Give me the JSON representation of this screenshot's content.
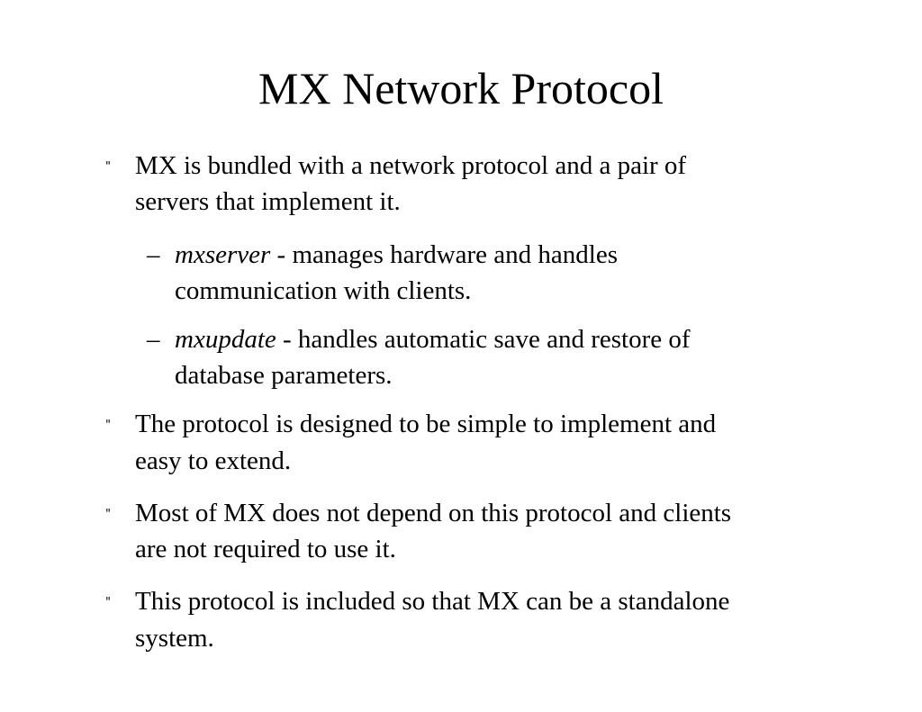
{
  "slide": {
    "title": "MX Network Protocol",
    "bullet_marker": "\"",
    "sub_marker": "–",
    "bullets": [
      {
        "line1": "MX is bundled with a network protocol and a pair of",
        "line2": "servers that implement it."
      },
      {
        "term": "mxserver",
        "line1_rest": " - manages hardware and handles",
        "line2": "communication with clients."
      },
      {
        "term": "mxupdate",
        "line1_rest": " - handles automatic save and restore of",
        "line2": "database parameters."
      },
      {
        "line1": "The protocol is designed to be simple to implement and",
        "line2": "easy to extend."
      },
      {
        "line1": "Most of MX does not depend on this protocol and clients",
        "line2": "are not required to use it."
      },
      {
        "line1": "This protocol is included so that MX can be a standalone",
        "line2": "system."
      }
    ]
  }
}
